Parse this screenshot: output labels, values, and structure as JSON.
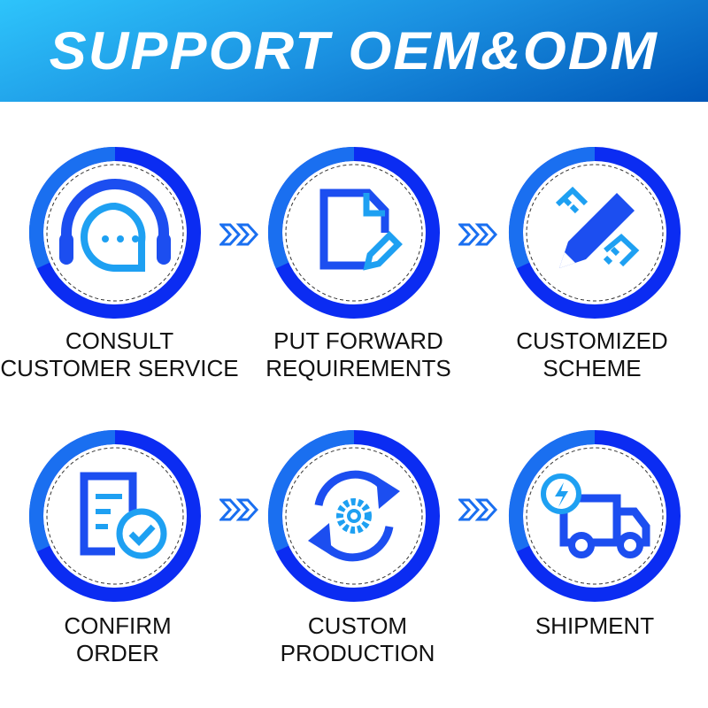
{
  "header": {
    "title": "SUPPORT OEM&ODM"
  },
  "colors": {
    "ring_dark": "#0b2cf2",
    "ring_light": "#1a6ff0",
    "icon_light": "#1ea0f2",
    "icon_dark": "#1c4ef0"
  },
  "steps": [
    {
      "line1": "CONSULT",
      "line2": "CUSTOMER SERVICE",
      "icon": "headset-chat-icon"
    },
    {
      "line1": "PUT FORWARD",
      "line2": "REQUIREMENTS",
      "icon": "document-edit-icon"
    },
    {
      "line1": "CUSTOMIZED",
      "line2": "SCHEME",
      "icon": "pencil-ruler-icon"
    },
    {
      "line1": "CONFIRM",
      "line2": "ORDER",
      "icon": "order-check-icon"
    },
    {
      "line1": "CUSTOM",
      "line2": "PRODUCTION",
      "icon": "gear-cycle-icon"
    },
    {
      "line1": "SHIPMENT",
      "line2": "",
      "icon": "delivery-truck-icon"
    }
  ]
}
